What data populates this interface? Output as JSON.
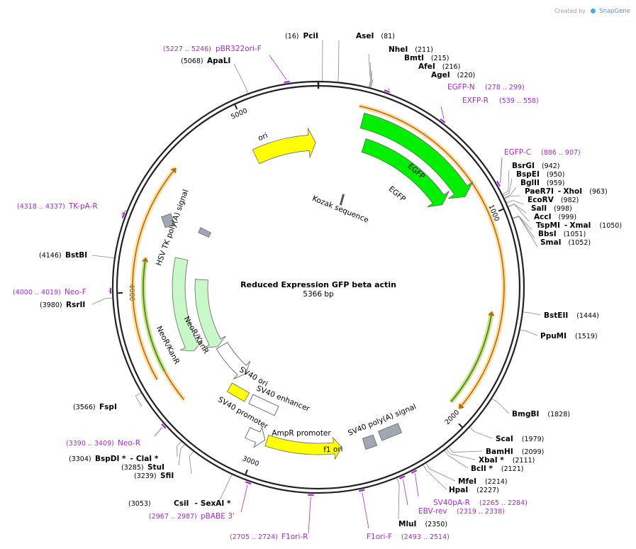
{
  "brand": {
    "text": "Created by",
    "name": "SnapGene"
  },
  "plasmid": {
    "name": "Reduced Expression GFP beta actin",
    "size": "5366 bp",
    "length": 5366
  },
  "ticks": [
    {
      "label": "1000",
      "pos": 1000
    },
    {
      "label": "2000",
      "pos": 2000
    },
    {
      "label": "3000",
      "pos": 3000
    },
    {
      "label": "4000",
      "pos": 4000
    },
    {
      "label": "5000",
      "pos": 5000
    }
  ],
  "features": [
    {
      "label": "EGFP",
      "start": 220,
      "end": 940,
      "color": "#00ee00",
      "ring": "outer",
      "dir": "fwd"
    },
    {
      "label": "EGFP",
      "start": 270,
      "end": 930,
      "color": "#00ee00",
      "ring": "mid",
      "dir": "fwd"
    },
    {
      "label": "ori",
      "start": 4980,
      "end": 5360,
      "color": "#ffff00",
      "ring": "mid",
      "dir": "fwd"
    },
    {
      "label": "HSV TK poly(A) signal",
      "start": 4370,
      "end": 4420,
      "color": "#a0a8b4",
      "ring": "inner",
      "dir": "none"
    },
    {
      "label": "NeoR/KanR",
      "start": 3550,
      "end": 4170,
      "color": "#c8f8c8",
      "ring": "inner",
      "dir": "rev"
    },
    {
      "label": "NeoR/KanR",
      "start": 3560,
      "end": 4050,
      "color": "#c8f8c8",
      "ring": "inner2",
      "dir": "rev"
    },
    {
      "label": "SV40 ori",
      "start": 3390,
      "end": 3480,
      "color": "#ffff00",
      "ring": "inner2",
      "dir": "none"
    },
    {
      "label": "SV40 enhancer",
      "start": 3250,
      "end": 3420,
      "color": "#ffffff",
      "ring": "inner3",
      "dir": "none"
    },
    {
      "label": "SV40 promoter",
      "start": 3120,
      "end": 3540,
      "color": "#ffffff",
      "ring": "inner",
      "dir": "rev"
    },
    {
      "label": "AmpR promoter",
      "start": 2985,
      "end": 3090,
      "color": "#ffffff",
      "ring": "mid",
      "dir": "rev"
    },
    {
      "label": "f1 ori",
      "start": 2520,
      "end": 2985,
      "color": "#ffff00",
      "ring": "mid",
      "dir": "rev"
    },
    {
      "label": "SV40 poly(A) signal",
      "start": 2370,
      "end": 2430,
      "color": "#a0a8b4",
      "ring": "mid",
      "dir": "none"
    },
    {
      "label": "Kozak sequence",
      "start": 226,
      "end": 236,
      "color": "#888888",
      "ring": "inner",
      "dir": "none"
    }
  ],
  "orfs": [
    {
      "start": 190,
      "end": 1950,
      "dir": "fwd",
      "ring": "orf1"
    },
    {
      "start": 1460,
      "end": 1950,
      "dir": "rev",
      "ring": "orf2"
    },
    {
      "start": 3430,
      "end": 4170,
      "dir": "fwd",
      "ring": "orf2"
    },
    {
      "start": 3580,
      "end": 4620,
      "dir": "fwd",
      "ring": "orf1"
    }
  ],
  "sites": [
    {
      "name": "PciI",
      "pos": "(16)"
    },
    {
      "name": "AseI",
      "pos": "(81)"
    },
    {
      "name": "NheI",
      "pos": "(211)"
    },
    {
      "name": "BmtI",
      "pos": "(215)"
    },
    {
      "name": "AfeI",
      "pos": "(216)"
    },
    {
      "name": "AgeI",
      "pos": "(220)"
    },
    {
      "name": "BsrGI",
      "pos": "(942)"
    },
    {
      "name": "BspEI",
      "pos": "(950)"
    },
    {
      "name": "BglII",
      "pos": "(959)"
    },
    {
      "name": "PaeR7I",
      "name2": "XhoI",
      "pos": "(963)"
    },
    {
      "name": "EcoRV",
      "pos": "(982)"
    },
    {
      "name": "SalI",
      "pos": "(998)"
    },
    {
      "name": "AccI",
      "pos": "(999)"
    },
    {
      "name": "TspMI",
      "name2": "XmaI",
      "pos": "(1050)"
    },
    {
      "name": "BbsI",
      "pos": "(1051)"
    },
    {
      "name": "SmaI",
      "pos": "(1052)"
    },
    {
      "name": "BstEII",
      "pos": "(1444)"
    },
    {
      "name": "PpuMI",
      "pos": "(1519)"
    },
    {
      "name": "BmgBI",
      "pos": "(1828)"
    },
    {
      "name": "ScaI",
      "pos": "(1979)"
    },
    {
      "name": "BamHI",
      "pos": "(2099)"
    },
    {
      "name": "XbaI *",
      "pos": "(2111)"
    },
    {
      "name": "BclI *",
      "pos": "(2121)"
    },
    {
      "name": "MfeI",
      "pos": "(2214)"
    },
    {
      "name": "HpaI",
      "pos": "(2227)"
    },
    {
      "name": "MluI",
      "pos": "(2350)"
    },
    {
      "name": "CsiI",
      "name2": "SexAI *",
      "pos": "(3053)"
    },
    {
      "name": "SfiI",
      "pos": "(3239)"
    },
    {
      "name": "StuI",
      "pos": "(3285)"
    },
    {
      "name": "BspDI *",
      "name2": "ClaI *",
      "pos": "(3304)"
    },
    {
      "name": "FspI",
      "pos": "(3566)"
    },
    {
      "name": "RsrII",
      "pos": "(3980)"
    },
    {
      "name": "BstBI",
      "pos": "(4146)"
    },
    {
      "name": "ApaLI",
      "pos": "(5068)"
    }
  ],
  "primers": [
    {
      "name": "pBR322ori-F",
      "pos": "(5227 .. 5246)"
    },
    {
      "name": "EGFP-N",
      "pos": "(278 .. 299)"
    },
    {
      "name": "EXFP-R",
      "pos": "(539 .. 558)"
    },
    {
      "name": "EGFP-C",
      "pos": "(886 .. 907)"
    },
    {
      "name": "SV40pA-R",
      "pos": "(2265 .. 2284)"
    },
    {
      "name": "EBV-rev",
      "pos": "(2319 .. 2338)"
    },
    {
      "name": "F1ori-F",
      "pos": "(2493 .. 2514)"
    },
    {
      "name": "F1ori-R",
      "pos": "(2705 .. 2724)"
    },
    {
      "name": "pBABE 3'",
      "pos": "(2967 .. 2987)"
    },
    {
      "name": "Neo-R",
      "pos": "(3390 .. 3409)"
    },
    {
      "name": "Neo-F",
      "pos": "(4000 .. 4019)"
    },
    {
      "name": "TK-pA-R",
      "pos": "(4318 .. 4337)"
    }
  ]
}
